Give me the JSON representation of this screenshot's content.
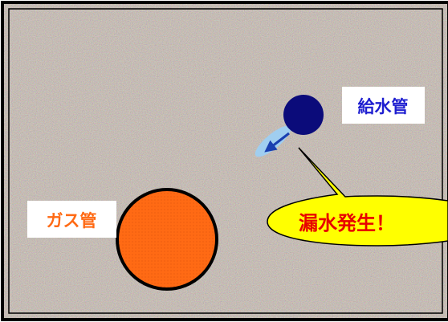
{
  "labels": {
    "water_pipe": "給水管",
    "gas_pipe": "ガス管",
    "leak_callout": "漏水発生！"
  },
  "colors": {
    "ground": "#8c7f76",
    "frame": "#000000",
    "water_pipe": "#0b0b7a",
    "leak_spray": "#9ecff2",
    "leak_arrow": "#1a3fb0",
    "gas_pipe": "#ff6a14",
    "gas_pipe_outline": "#000000",
    "water_label_text": "#1f1fd0",
    "gas_label_text": "#ff6a14",
    "leak_text": "#e80000",
    "callout_fill": "#ffff00",
    "label_box": "#ffffff"
  },
  "icons": {
    "leak_arrow": "arrow-down-left-icon"
  }
}
